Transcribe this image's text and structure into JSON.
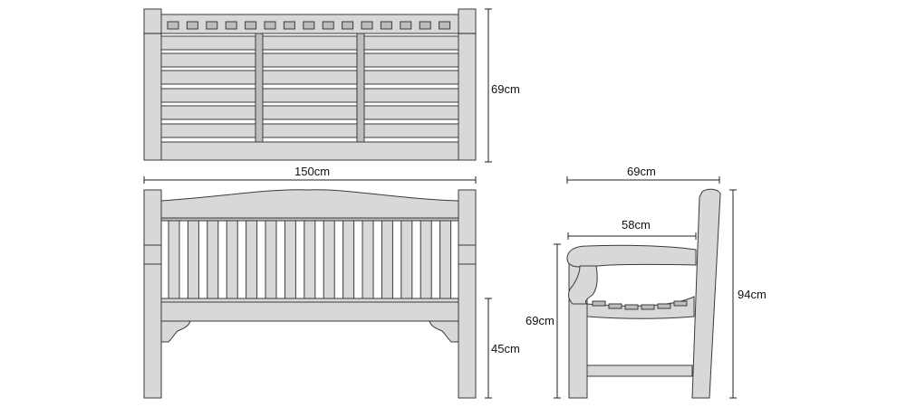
{
  "dimensions": {
    "top_depth": "69cm",
    "front_width": "150cm",
    "front_seat_height": "45cm",
    "side_depth": "69cm",
    "side_seat_depth": "58cm",
    "side_arm_height": "69cm",
    "side_total_height": "94cm"
  },
  "colors": {
    "wood": "#d8d8d8",
    "outline": "#3a3a3a",
    "background": "#ffffff"
  }
}
